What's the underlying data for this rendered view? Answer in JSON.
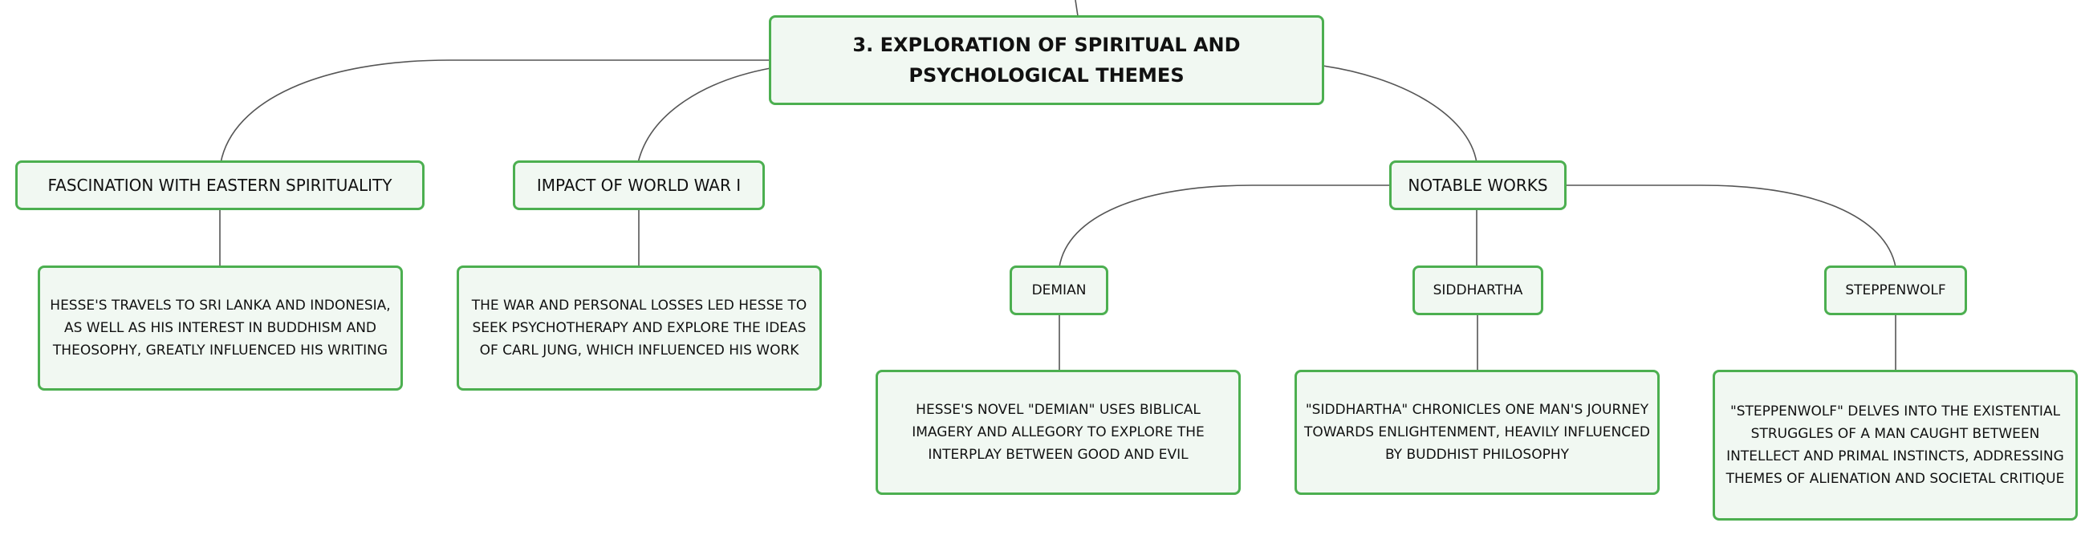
{
  "root": {
    "label": "3. EXPLORATION OF SPIRITUAL AND PSYCHOLOGICAL THEMES"
  },
  "branches": [
    {
      "label": "FASCINATION WITH EASTERN SPIRITUALITY",
      "detail": "HESSE'S TRAVELS TO SRI LANKA AND INDONESIA, AS WELL AS HIS INTEREST IN BUDDHISM AND THEOSOPHY, GREATLY INFLUENCED HIS WRITING"
    },
    {
      "label": "IMPACT OF WORLD WAR I",
      "detail": "THE WAR AND PERSONAL LOSSES LED HESSE TO SEEK PSYCHOTHERAPY AND EXPLORE THE IDEAS OF CARL JUNG, WHICH INFLUENCED HIS WORK"
    },
    {
      "label": "NOTABLE WORKS",
      "works": [
        {
          "label": "DEMIAN",
          "detail": "HESSE'S NOVEL \"DEMIAN\" USES BIBLICAL IMAGERY AND ALLEGORY TO EXPLORE THE INTERPLAY BETWEEN GOOD AND EVIL"
        },
        {
          "label": "SIDDHARTHA",
          "detail": "\"SIDDHARTHA\" CHRONICLES ONE MAN'S JOURNEY TOWARDS ENLIGHTENMENT, HEAVILY INFLUENCED BY BUDDHIST PHILOSOPHY"
        },
        {
          "label": "STEPPENWOLF",
          "detail": "\"STEPPENWOLF\" DELVES INTO THE EXISTENTIAL STRUGGLES OF A MAN CAUGHT BETWEEN INTELLECT AND PRIMAL INSTINCTS, ADDRESSING THEMES OF ALIENATION AND SOCIETAL CRITIQUE"
        }
      ]
    }
  ],
  "colors": {
    "border": "#4caf50",
    "fill": "#f1f8f2",
    "line": "#555555"
  }
}
